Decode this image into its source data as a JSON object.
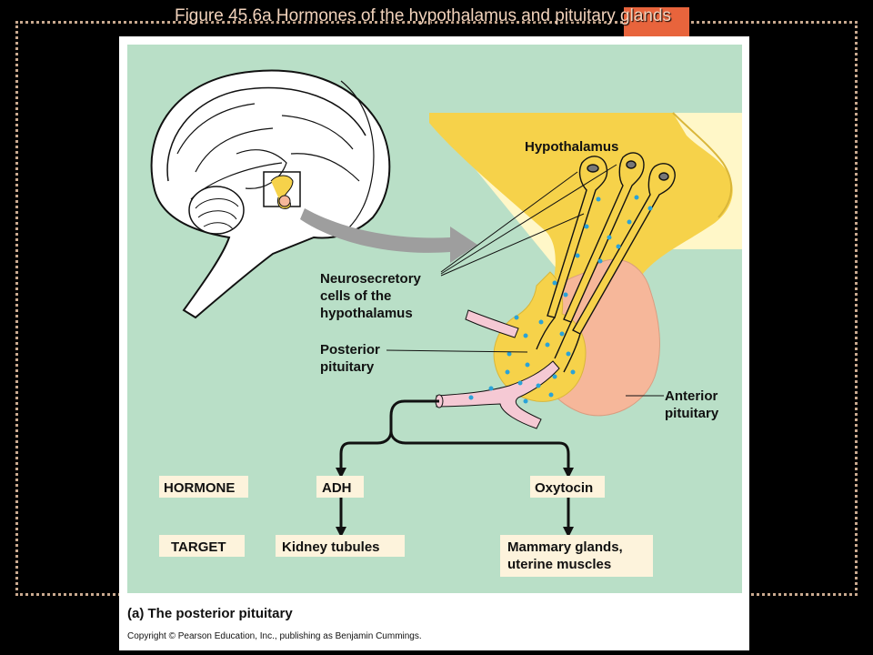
{
  "slide": {
    "title": "Figure 45.6a  Hormones of the hypothalamus and pituitary glands"
  },
  "diagram": {
    "labels": {
      "hypothalamus": "Hypothalamus",
      "neurosecretory_line1": "Neurosecretory",
      "neurosecretory_line2": "cells of the",
      "neurosecretory_line3": "hypothalamus",
      "posterior_line1": "Posterior",
      "posterior_line2": "pituitary",
      "anterior_line1": "Anterior",
      "anterior_line2": "pituitary"
    },
    "row_labels": {
      "hormone": "HORMONE",
      "target": "TARGET"
    },
    "hormones": [
      {
        "name": "ADH",
        "target_line1": "Kidney tubules",
        "target_line2": ""
      },
      {
        "name": "Oxytocin",
        "target_line1": "Mammary glands,",
        "target_line2": "uterine muscles"
      }
    ],
    "caption": "(a) The posterior pituitary",
    "copyright": "Copyright © Pearson Education, Inc., publishing as Benjamin Cummings."
  },
  "colors": {
    "panel_bg": "#b9dfc7",
    "hypothalamus": "#f6d24a",
    "anterior": "#f6b79a",
    "vessel": "#f5c9d4",
    "dots": "#2aa3d8",
    "label_box": "#fdf3dc",
    "accent": "#e8643c"
  }
}
